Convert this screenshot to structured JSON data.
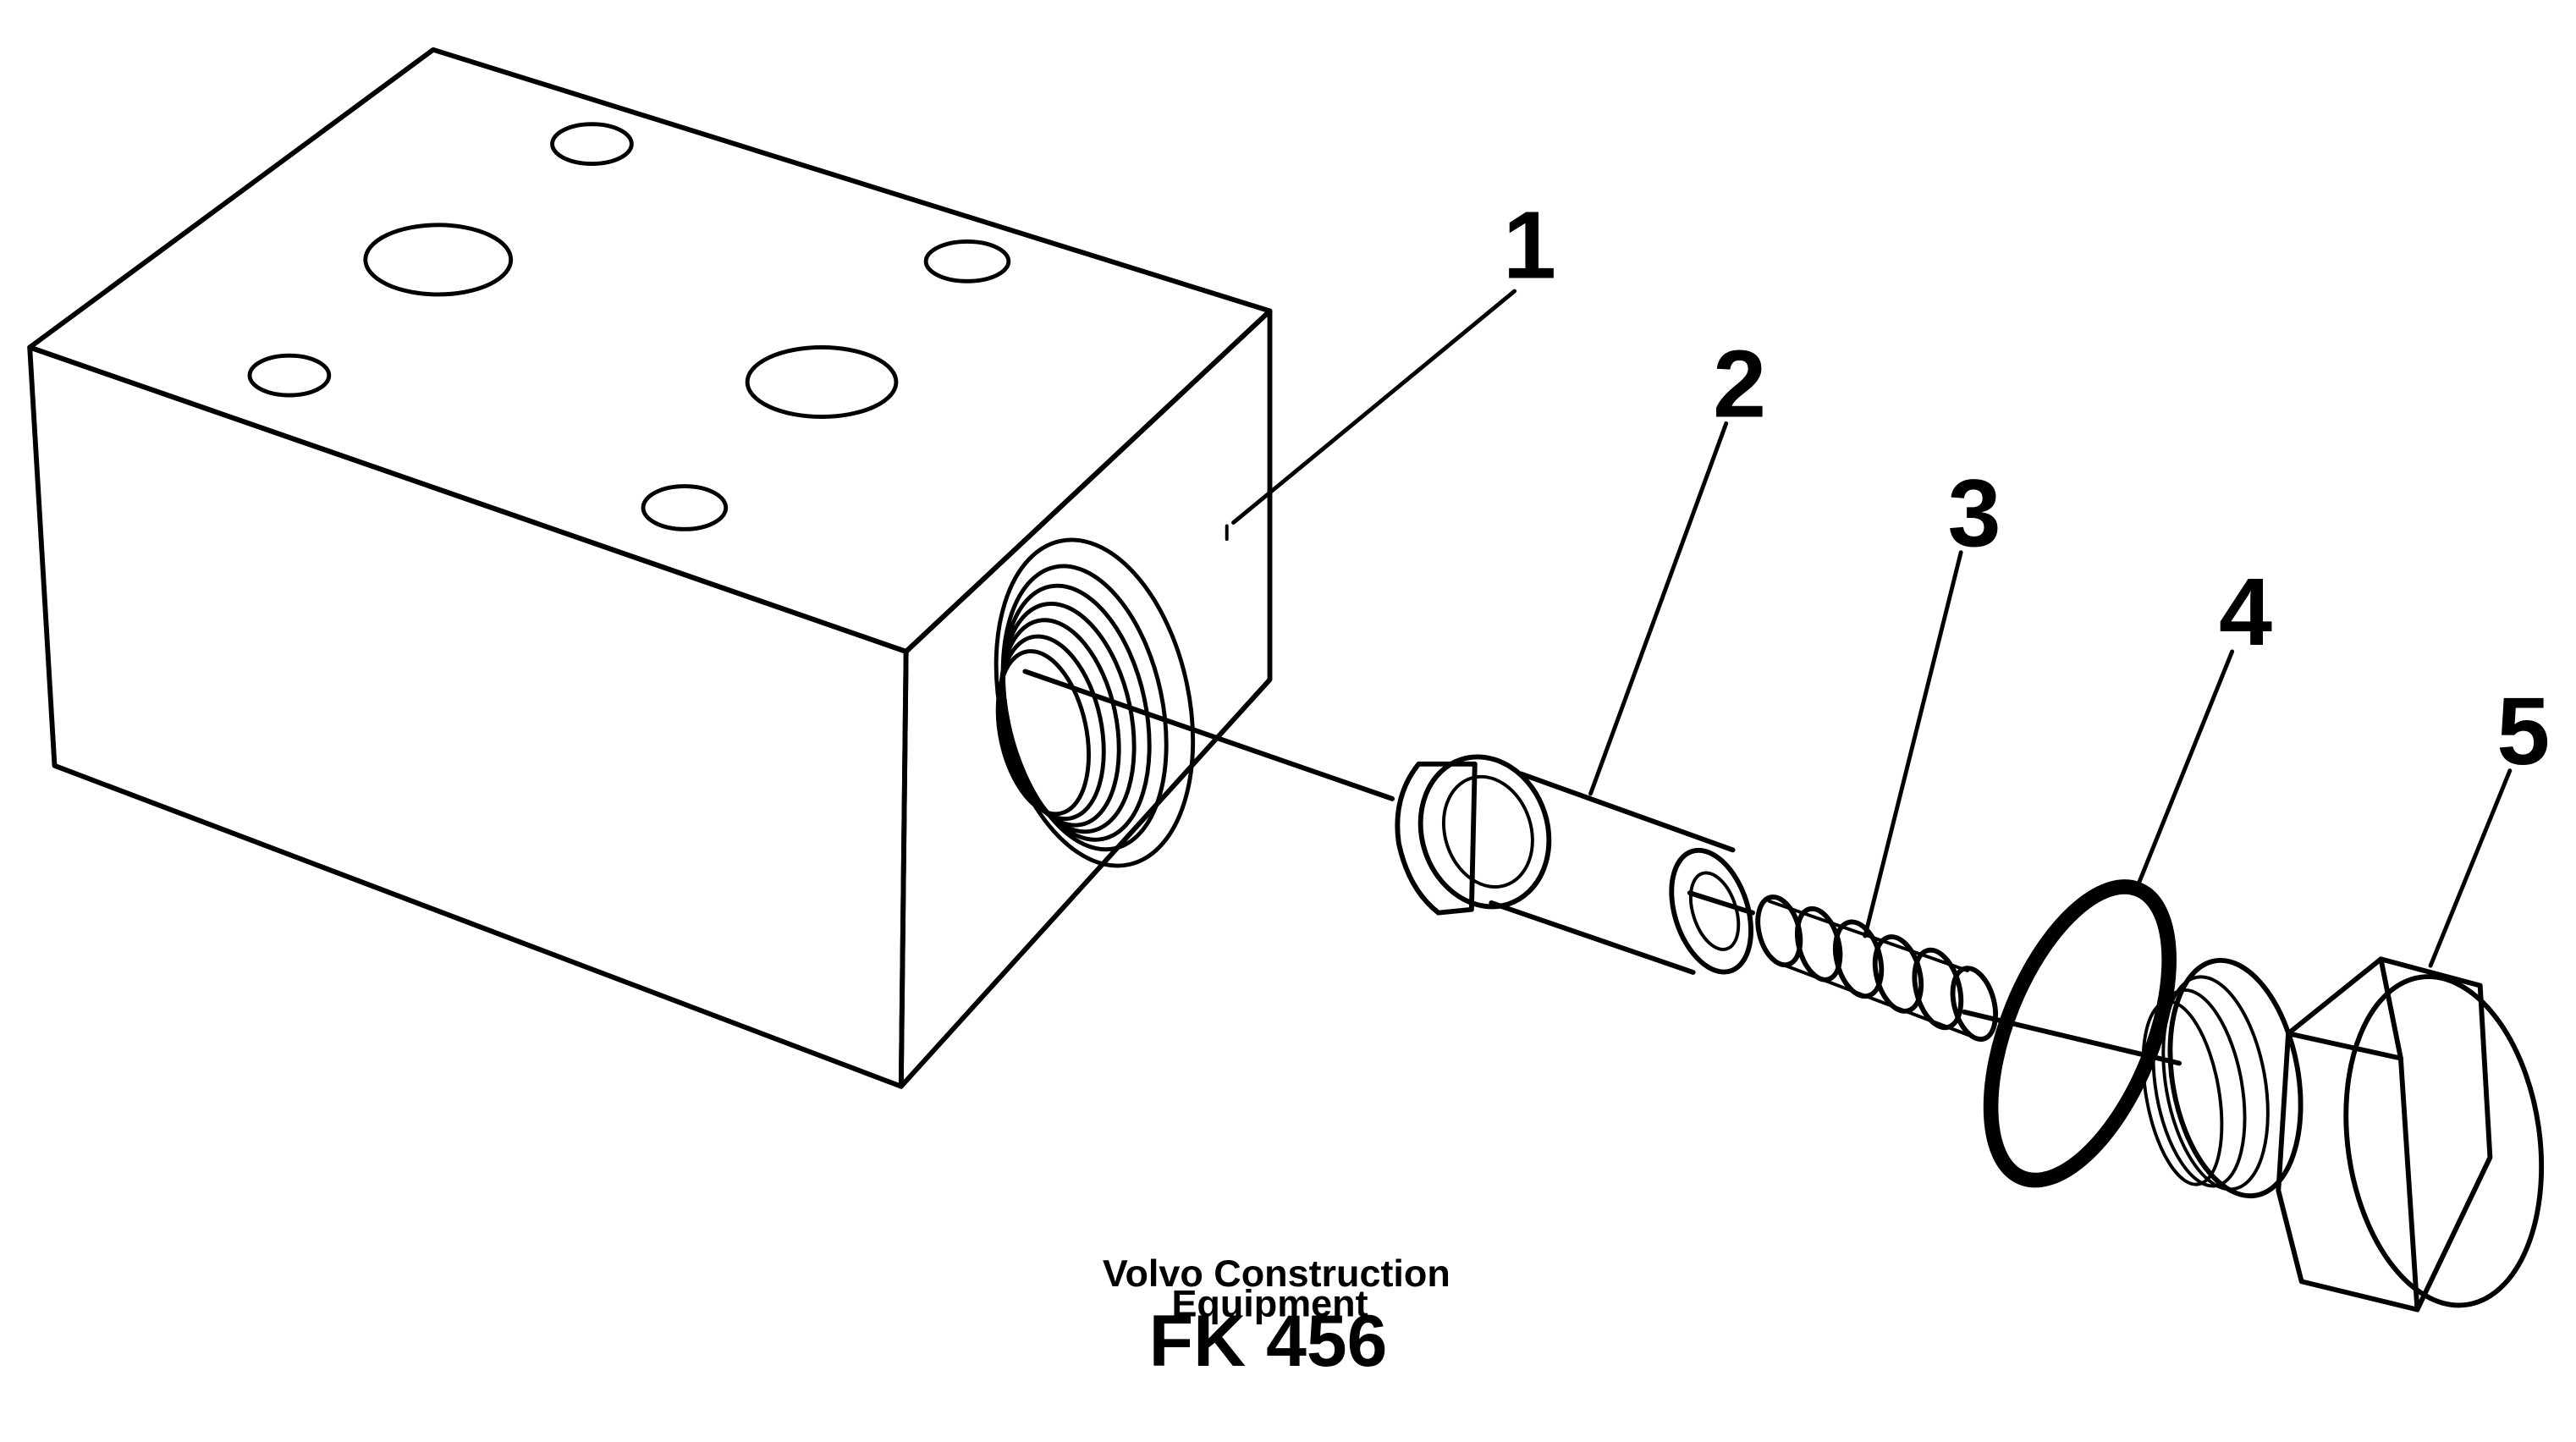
{
  "callouts": [
    {
      "number": "1",
      "part": "valve-housing"
    },
    {
      "number": "2",
      "part": "valve-poppet"
    },
    {
      "number": "3",
      "part": "spring"
    },
    {
      "number": "4",
      "part": "o-ring"
    },
    {
      "number": "5",
      "part": "plug"
    }
  ],
  "caption": {
    "line1": "Volvo Construction",
    "line2": "Equipment",
    "code": "FK 456"
  },
  "colors": {
    "ink": "#000000",
    "background": "#ffffff"
  }
}
